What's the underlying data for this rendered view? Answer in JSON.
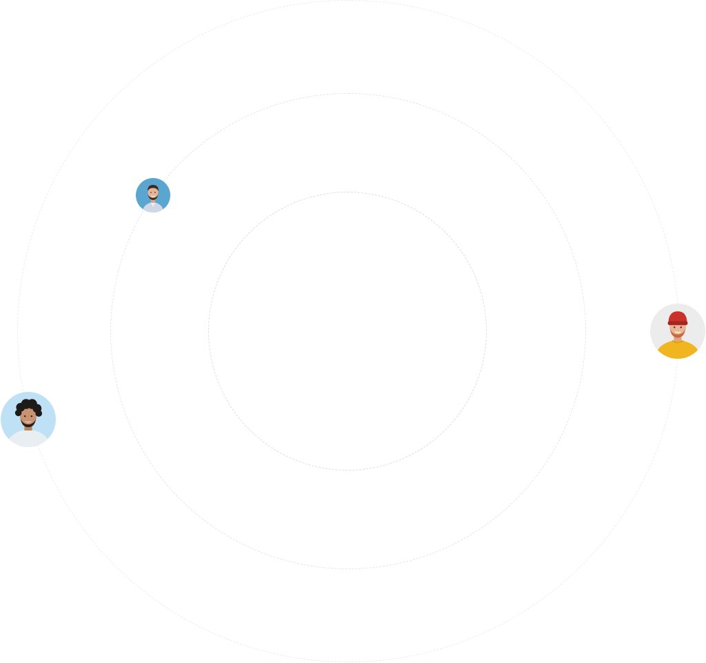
{
  "avatars": [
    {
      "name": "avatar-bearded-man",
      "icon": "person-avatar",
      "background": "#5aa6d0",
      "shirt": "#cfd9e6",
      "hair": "#3a2a22"
    },
    {
      "name": "avatar-red-beanie-man",
      "icon": "person-avatar",
      "background": "#ececec",
      "shirt": "#f1b51f",
      "hair": "#c8322a"
    },
    {
      "name": "avatar-curly-hair-man",
      "icon": "person-avatar",
      "background": "#bfe1f5",
      "shirt": "#e9eef3",
      "hair": "#1d1a19"
    }
  ],
  "orbits": [
    "outer",
    "middle",
    "inner"
  ],
  "colors": {
    "background": "#ffffff",
    "orbit_line": "#e2e2e2"
  }
}
